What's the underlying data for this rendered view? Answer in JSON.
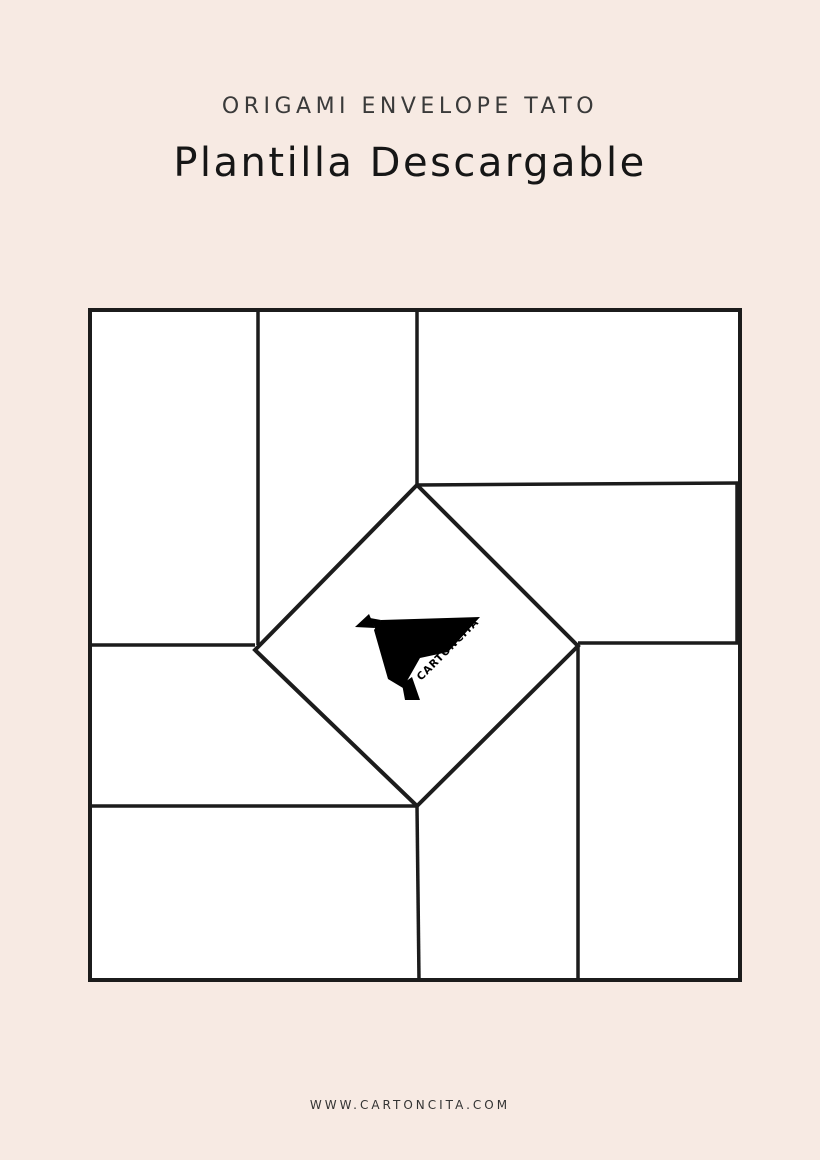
{
  "header": {
    "eyebrow": "ORIGAMI ENVELOPE TATO",
    "title": "Plantilla Descargable"
  },
  "template": {
    "logo": {
      "icon": "origami-bird-icon",
      "text": "CARTONCITA"
    }
  },
  "footer": {
    "website": "WWW.CARTONCITA.COM"
  },
  "colors": {
    "background": "#f7eae3",
    "panel": "#ffffff",
    "line": "#1c1c1c",
    "logo": "#000000"
  }
}
